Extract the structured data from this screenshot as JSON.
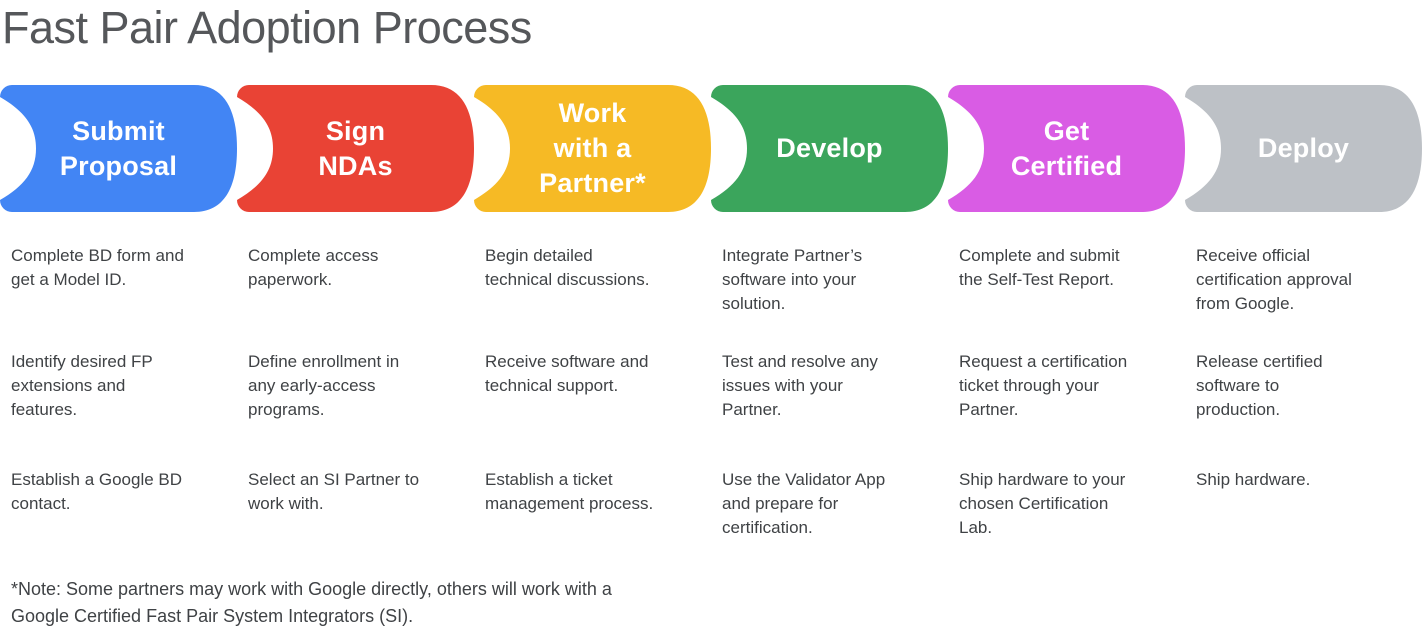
{
  "title": "Fast Pair Adoption Process",
  "colors": {
    "background": "#FFFFFF",
    "title_text": "#55575A",
    "body_text": "#3F4245",
    "stage_label_text": "#FFFFFF"
  },
  "stages": [
    {
      "id": "submit-proposal",
      "label": "Submit\nProposal",
      "color": "#4285F4",
      "steps": [
        "Complete BD form and\nget a Model ID.",
        "Identify desired FP\nextensions and\nfeatures.",
        "Establish a Google BD\ncontact."
      ]
    },
    {
      "id": "sign-ndas",
      "label": "Sign\nNDAs",
      "color": "#E94335",
      "steps": [
        "Complete access\npaperwork.",
        "Define enrollment in\nany early-access\nprograms.",
        "Select an SI Partner to\nwork with."
      ]
    },
    {
      "id": "work-with-a-partner",
      "label": "Work\nwith a\nPartner*",
      "color": "#F6BA25",
      "steps": [
        "Begin detailed\ntechnical discussions.",
        "Receive software and\ntechnical support.",
        "Establish a ticket\nmanagement process."
      ]
    },
    {
      "id": "develop",
      "label": "Develop",
      "color": "#3BA55C",
      "steps": [
        "Integrate Partner’s\nsoftware into your\nsolution.",
        "Test and resolve any\nissues with your\nPartner.",
        "Use the Validator App\nand prepare for\ncertification."
      ]
    },
    {
      "id": "get-certified",
      "label": "Get\nCertified",
      "color": "#D95CE4",
      "steps": [
        "Complete and submit\nthe Self-Test Report.",
        "Request a certification\nticket through your\nPartner.",
        "Ship hardware to your\nchosen Certification\nLab."
      ]
    },
    {
      "id": "deploy",
      "label": "Deploy",
      "color": "#BDC1C6",
      "steps": [
        "Receive official\ncertification approval\nfrom Google.",
        "Release certified\nsoftware to\nproduction.",
        "Ship hardware."
      ]
    }
  ],
  "footnote": "*Note: Some partners may work with Google directly, others will work with a\nGoogle Certified Fast Pair System Integrators (SI)."
}
